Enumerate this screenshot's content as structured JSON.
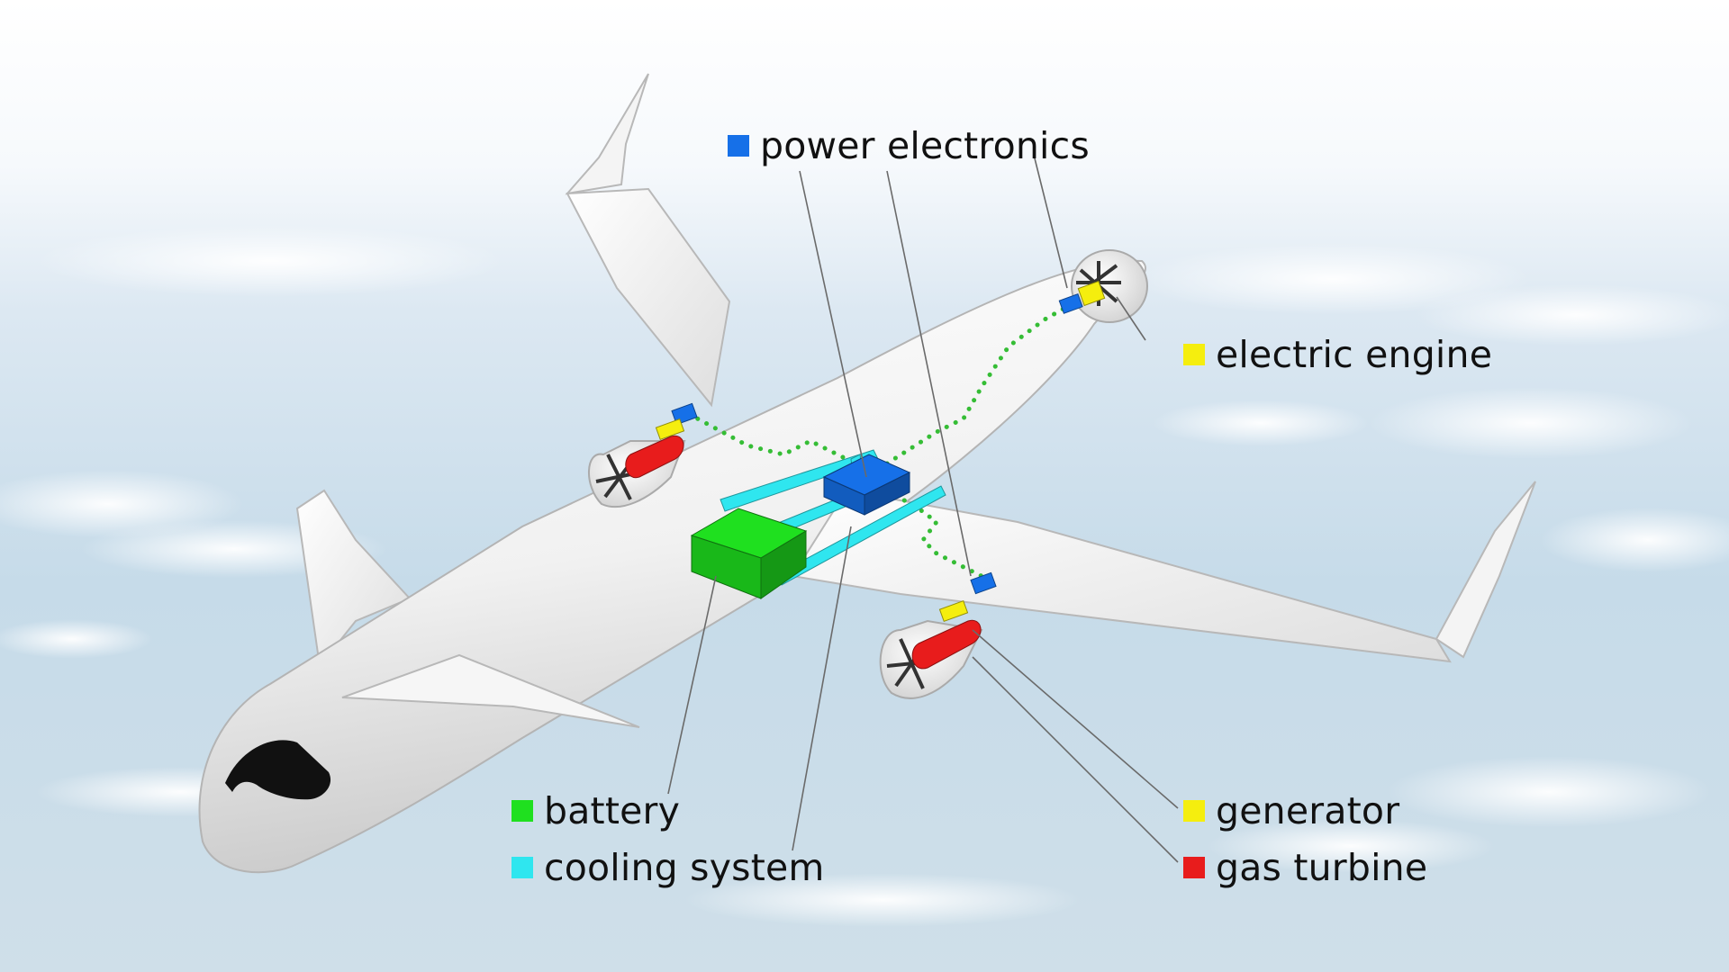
{
  "colors": {
    "power_electronics": "#1670e8",
    "electric_engine": "#f5ee0e",
    "battery": "#1fe01f",
    "cooling_system": "#2fe6ef",
    "generator": "#f5ee0e",
    "gas_turbine": "#e81c1c",
    "fuselage": "#ffffff",
    "cable": "#35bd35",
    "leader_line": "#6a6a6a"
  },
  "legend": {
    "power_electronics": "power electronics",
    "electric_engine": "electric engine",
    "battery": "battery",
    "cooling_system": "cooling system",
    "generator": "generator",
    "gas_turbine": "gas turbine"
  }
}
